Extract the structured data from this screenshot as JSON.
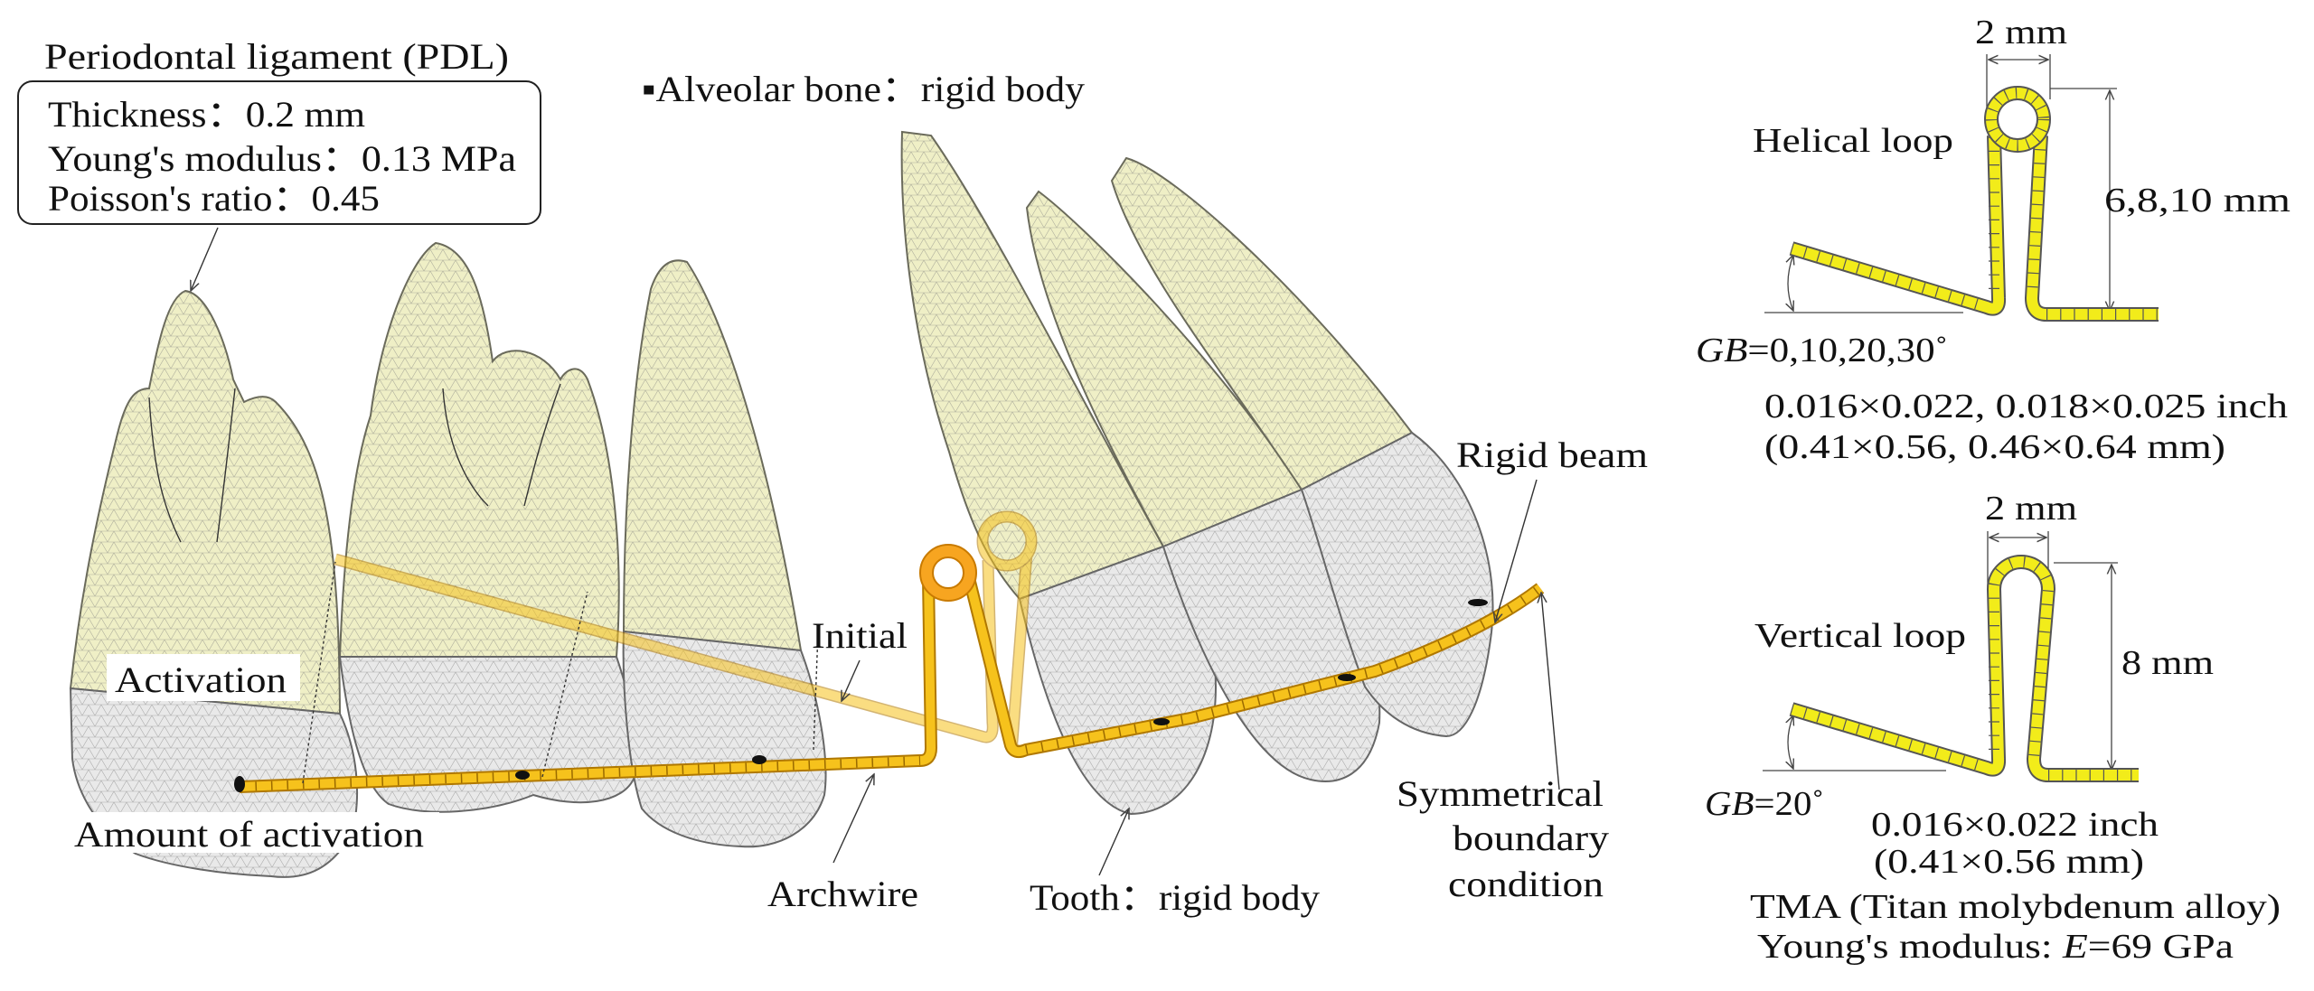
{
  "pdl": {
    "title": "Periodontal ligament (PDL)",
    "thickness": "Thickness：0.2 mm",
    "youngs_modulus": "Young's modulus：0.13 MPa",
    "poissons_ratio": "Poisson's ratio：0.45"
  },
  "alveolar_bone": "▪Alveolar bone：rigid body",
  "labels": {
    "activation": "Activation",
    "amount_of_activation": "Amount of activation",
    "initial": "Initial",
    "archwire": "Archwire",
    "tooth": "Tooth：rigid body",
    "rigid_beam": "Rigid beam",
    "symmetrical": [
      "Symmetrical",
      "boundary",
      "condition"
    ]
  },
  "helical_loop": {
    "title": "Helical loop",
    "width": "2 mm",
    "height": "6,8,10 mm",
    "gb_symbol": "GB",
    "gb_value": "=0,10,20,30˚",
    "wire_inch": "0.016×0.022, 0.018×0.025 inch",
    "wire_mm": "(0.41×0.56, 0.46×0.64 mm)"
  },
  "vertical_loop": {
    "title": "Vertical loop",
    "width": "2 mm",
    "height": "8 mm",
    "gb_symbol": "GB",
    "gb_value": "=20˚",
    "wire_inch": "0.016×0.022 inch",
    "wire_mm": "(0.41×0.56 mm)"
  },
  "material": {
    "name": "TMA (Titan molybdenum alloy)",
    "modulus_prefix": "Young's modulus: ",
    "modulus_symbol": "E",
    "modulus_value": "=69 GPa"
  },
  "colors": {
    "root": "#efefc6",
    "crown": "#e9e9e9",
    "archwire": "#f6c21c",
    "loop_wire": "#f2ec1a"
  }
}
